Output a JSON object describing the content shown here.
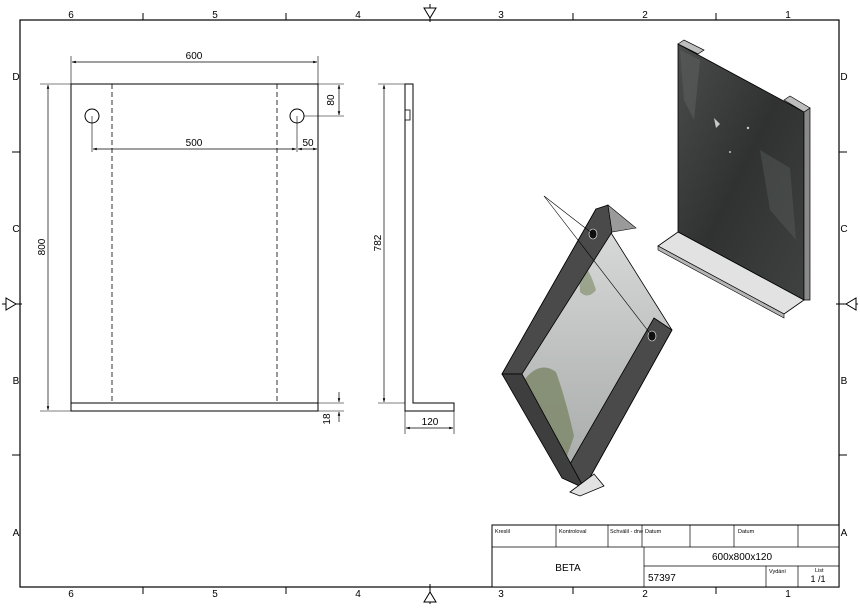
{
  "zones": {
    "columns": [
      "6",
      "5",
      "4",
      "3",
      "2",
      "1"
    ],
    "rows": [
      "D",
      "C",
      "B",
      "A"
    ]
  },
  "front_view": {
    "width": "600",
    "hole_spacing": "500",
    "hole_offset_side": "50",
    "hole_offset_top": "80",
    "height": "800"
  },
  "side_view": {
    "height": "782",
    "shelf_depth": "120",
    "shelf_thickness": "18"
  },
  "title_block": {
    "labels": {
      "drawn": "Kreslil",
      "checked": "Kontroloval",
      "approved": "Schválil - dne",
      "date1": "Datum",
      "date2": "Datum",
      "issue": "Vydání",
      "sheet": "List"
    },
    "product": "BETA",
    "dimensions": "600x800x120",
    "code": "57397",
    "sheet_value": "1 /1"
  },
  "colors": {
    "line": "#000000",
    "frame": "#4a4a4a",
    "mirror_dark": "#3b3e3c",
    "mirror_light": "#c4c6c5",
    "shelf": "#e2e2e2"
  }
}
